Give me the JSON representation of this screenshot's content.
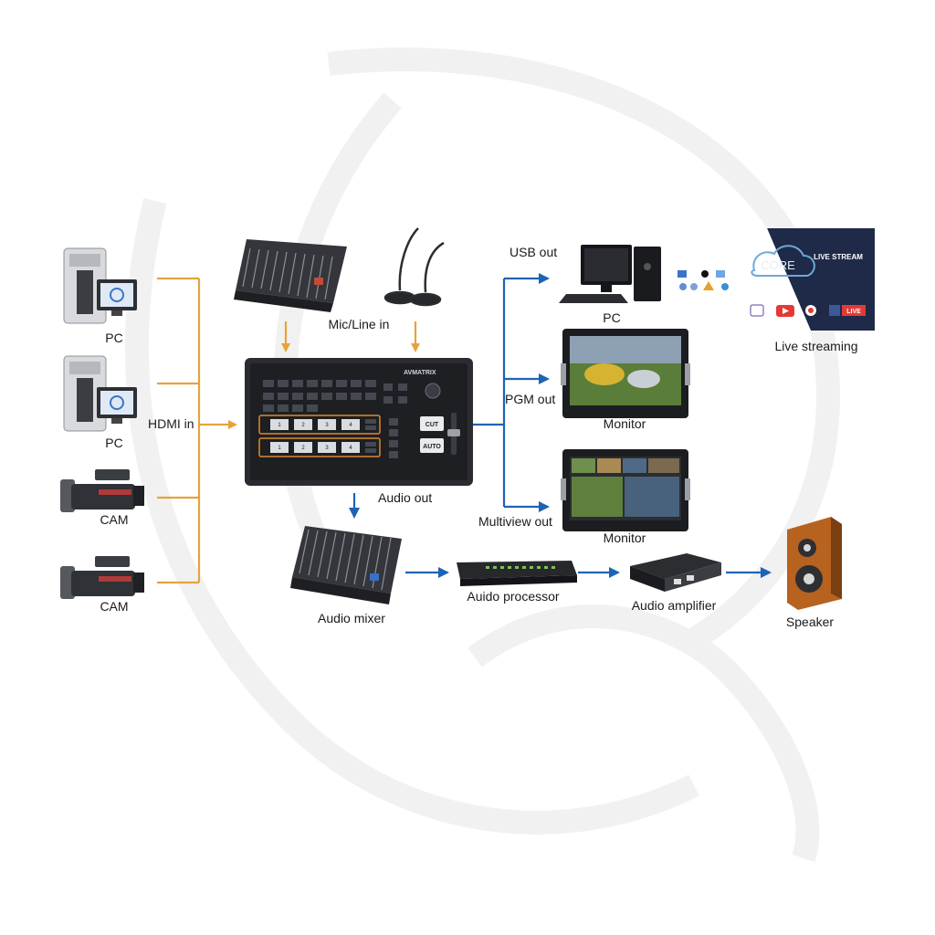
{
  "sources": {
    "pc1_label": "PC",
    "pc2_label": "PC",
    "cam1_label": "CAM",
    "cam2_label": "CAM",
    "hdmi_label": "HDMI in"
  },
  "audio_in": {
    "mic_line_label": "Mic/Line in",
    "audio_out_label": "Audio out"
  },
  "switcher": {
    "brand": "AVMATRIX",
    "cut_label": "CUT",
    "auto_label": "AUTO",
    "bus_numbers": [
      "1",
      "2",
      "3",
      "4"
    ]
  },
  "outputs": {
    "usb_label": "USB out",
    "pc_label": "PC",
    "pgm_label": "PGM out",
    "monitor1_label": "Monitor",
    "multiview_label": "Multiview out",
    "monitor2_label": "Monitor"
  },
  "streaming": {
    "core_text": "CORE",
    "live_stream_text": "LIVE STREAM",
    "live_badge": "LIVE",
    "label": "Live streaming"
  },
  "audio_chain": {
    "mixer_label": "Audio mixer",
    "processor_label": "Auido processor",
    "amplifier_label": "Audio amplifier",
    "speaker_label": "Speaker"
  },
  "colors": {
    "orange": "#E5A33C",
    "blue": "#1E64B4",
    "device_dark": "#2a2c31"
  }
}
